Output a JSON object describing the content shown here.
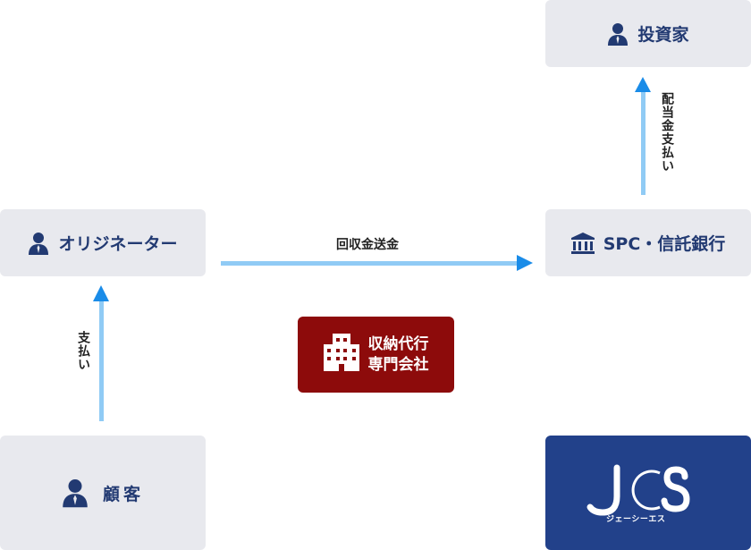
{
  "nodes": {
    "investor": "投資家",
    "spc": "SPC・信託銀行",
    "originator": "オリジネーター",
    "customer": "顧客",
    "agency_line1": "収納代行",
    "agency_line2": "専門会社",
    "jcs_logo_sub": "ジェーシーエス"
  },
  "edges": {
    "dividend": "配当金支払い",
    "remittance": "回収金送金",
    "payment": "支払い"
  },
  "colors": {
    "node_bg": "#e8e9ee",
    "node_text": "#223a72",
    "arrow": "#90cbf5",
    "arrowhead": "#1a8ce8",
    "agency_bg": "#8d0b0b",
    "jcs_bg": "#22418a"
  }
}
